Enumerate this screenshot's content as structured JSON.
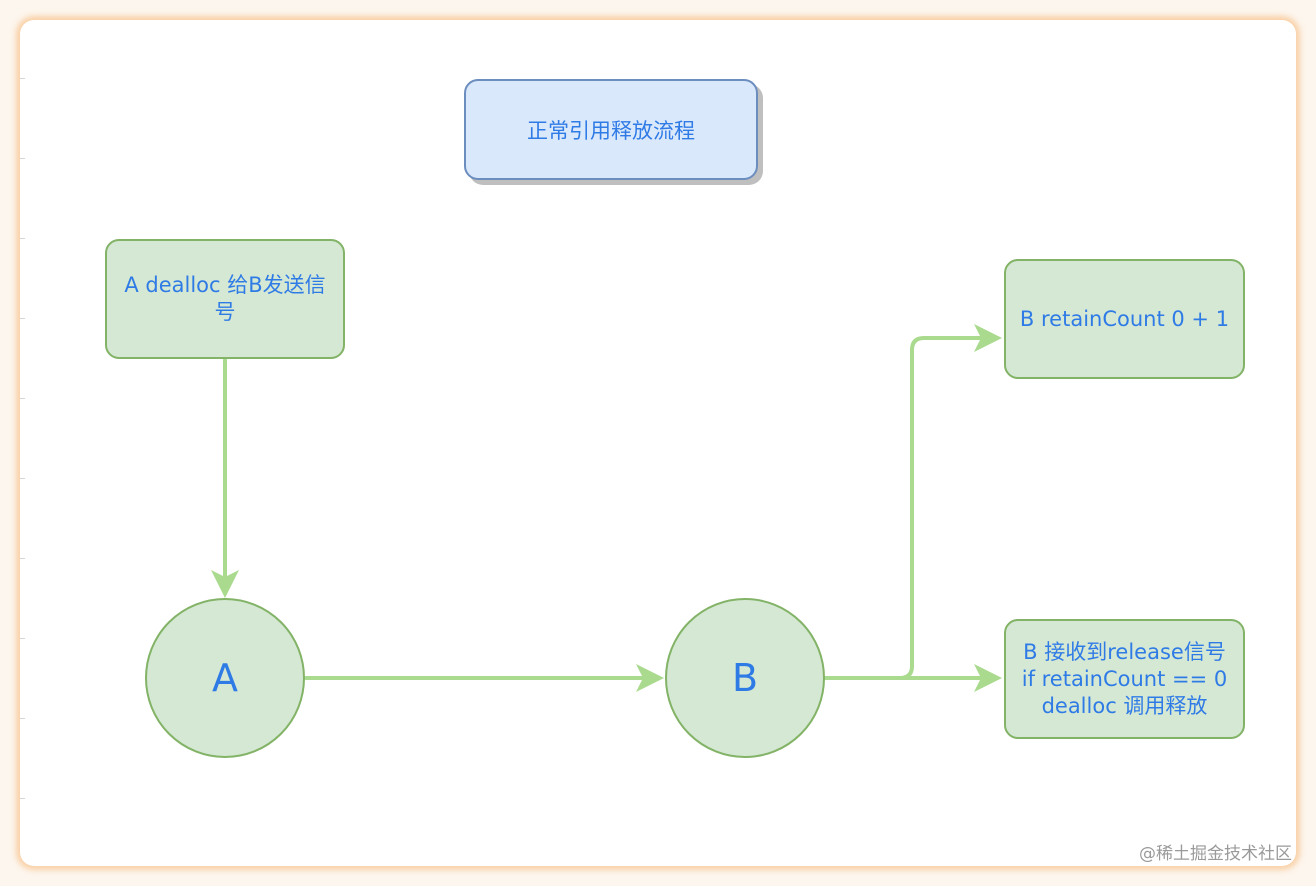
{
  "title": "正常引用释放流程",
  "nodes": {
    "signal": "A dealloc 给B发送信号",
    "a": "A",
    "b": "B",
    "retain": "B retainCount 0 + 1",
    "release": "B 接收到release信号 if retainCount == 0 dealloc 调用释放"
  },
  "watermark": "@稀土掘金技术社区"
}
